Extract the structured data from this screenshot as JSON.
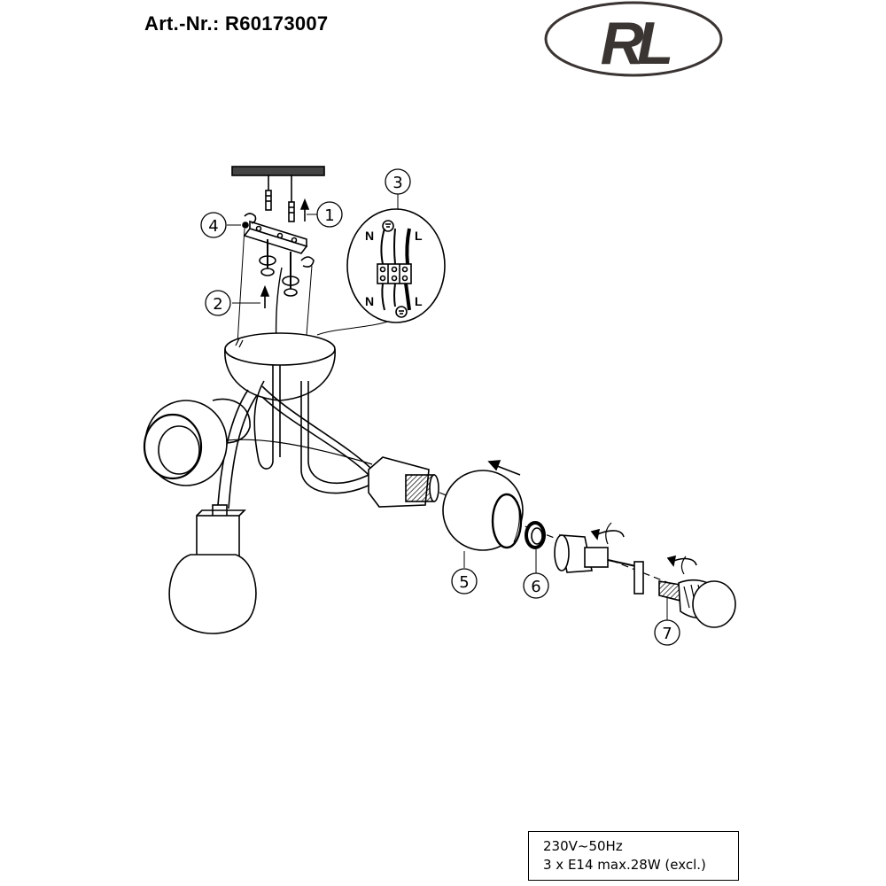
{
  "header": {
    "article_number": "Art.-Nr.: R60173007",
    "logo_text": "RL"
  },
  "callouts": [
    {
      "id": "1",
      "label": "1",
      "part": "ceiling-anchor-screws"
    },
    {
      "id": "2",
      "label": "2",
      "part": "canopy-fixing"
    },
    {
      "id": "3",
      "label": "3",
      "part": "terminal-block-wiring"
    },
    {
      "id": "4",
      "label": "4",
      "part": "mounting-bracket-screw"
    },
    {
      "id": "5",
      "label": "5",
      "part": "glass-shade"
    },
    {
      "id": "6",
      "label": "6",
      "part": "shade-ring"
    },
    {
      "id": "7",
      "label": "7",
      "part": "e14-bulb"
    }
  ],
  "wiring": {
    "neutral_top": "N",
    "live_top": "L",
    "neutral_bottom": "N",
    "live_bottom": "L"
  },
  "specs": {
    "line1": "230V~50Hz",
    "line2": "3 x E14 max.28W (excl.)"
  }
}
